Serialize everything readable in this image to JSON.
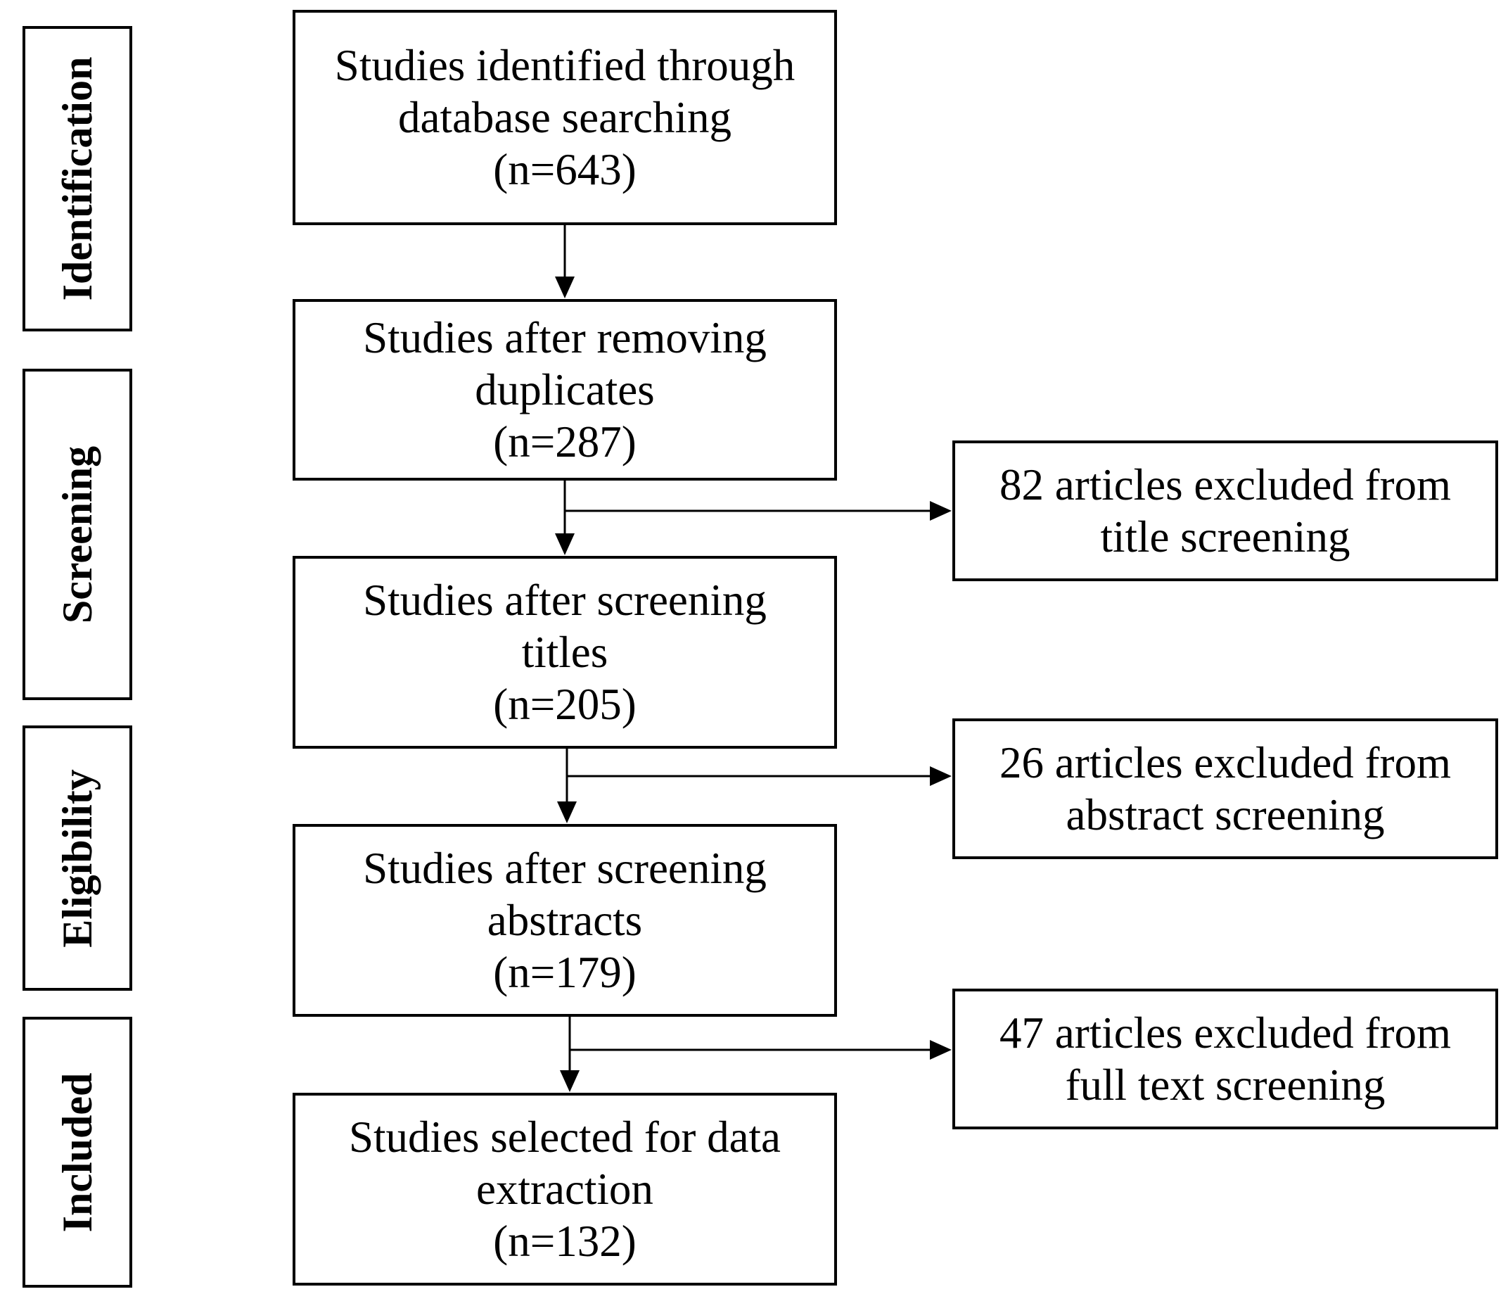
{
  "stages": {
    "identification": "Identification",
    "screening": "Screening",
    "eligibility": "Eligibility",
    "included": "Included"
  },
  "boxes": {
    "identified": [
      "Studies identified through",
      "database searching",
      "(n=643)"
    ],
    "dedup": [
      "Studies after removing",
      "duplicates",
      "(n=287)"
    ],
    "titles": [
      "Studies after screening",
      "titles",
      "(n=205)"
    ],
    "abstracts": [
      "Studies after screening",
      "abstracts",
      "(n=179)"
    ],
    "selected": [
      "Studies selected for data",
      "extraction",
      "(n=132)"
    ]
  },
  "exclusions": {
    "title": [
      "82 articles excluded from",
      "title screening"
    ],
    "abstract": [
      "26 articles excluded from",
      "abstract screening"
    ],
    "full": [
      "47 articles excluded from",
      "full text screening"
    ]
  }
}
